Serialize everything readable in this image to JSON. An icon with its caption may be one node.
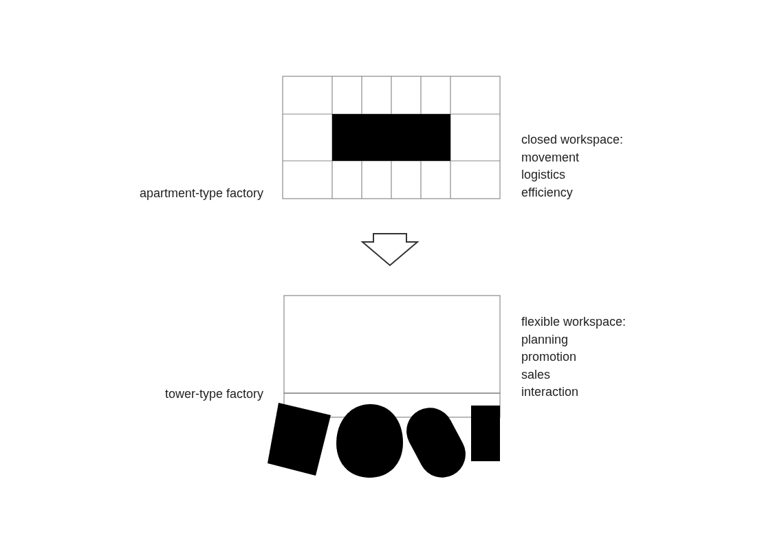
{
  "diagram": {
    "nodes": [
      {
        "text": [
          "apartment-type factory"
        ],
        "beside": [
          "closed workspace:",
          "movement",
          "logistics",
          "efficiency"
        ]
      },
      {
        "text": [
          "tower-type factory"
        ],
        "beside": [
          "flexible workspace:",
          "planning",
          "promotion",
          "sales",
          "interaction"
        ]
      }
    ],
    "edges": [
      {
        "from": 0,
        "to": 1,
        "arrow": "to"
      }
    ]
  }
}
